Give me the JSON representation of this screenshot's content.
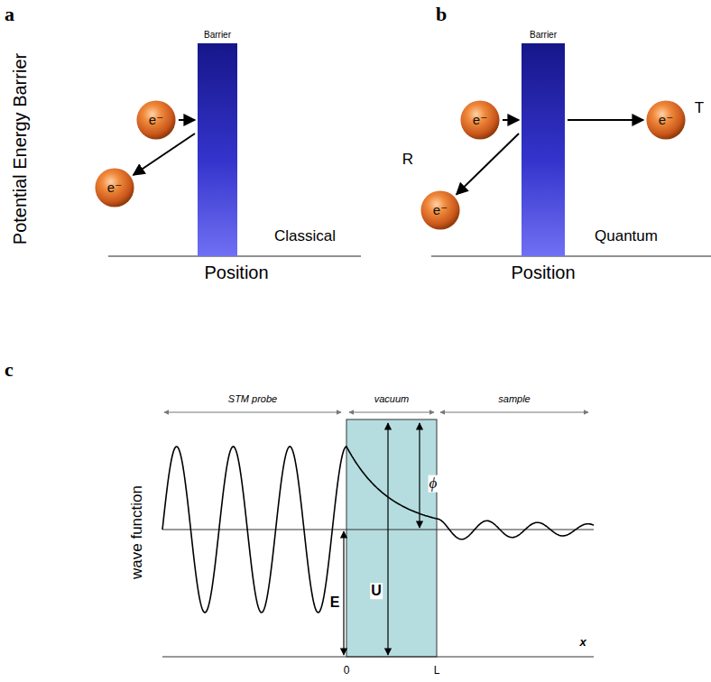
{
  "diagram": {
    "nodes": [
      {
        "text": [
          "Barrier"
        ]
      },
      {
        "text": [
          "e⁻"
        ]
      },
      {
        "text": [
          "e⁻"
        ]
      },
      {
        "text": [
          "Barrier"
        ]
      },
      {
        "text": [
          "e⁻"
        ]
      },
      {
        "text": [
          "e⁻"
        ]
      },
      {
        "text": [
          "e⁻"
        ]
      }
    ],
    "edges": [
      {
        "from": 1,
        "to": 0,
        "arrow": "to"
      },
      {
        "from": 0,
        "to": 2,
        "arrow": "to"
      },
      {
        "from": 4,
        "to": 3,
        "arrow": "to"
      },
      {
        "from": 3,
        "to": 5,
        "arrow": "to"
      },
      {
        "from": 3,
        "to": 6,
        "arrow": "to"
      }
    ],
    "labels": [
      "a",
      "Potential Energy Barrier",
      "Classical",
      "Position",
      "b",
      "T",
      "R",
      "Quantum",
      "Position",
      "c",
      "STM probe",
      "vacuum",
      "sample",
      "wave function",
      "ϕ",
      "U",
      "E",
      "0",
      "L",
      "x"
    ]
  }
}
